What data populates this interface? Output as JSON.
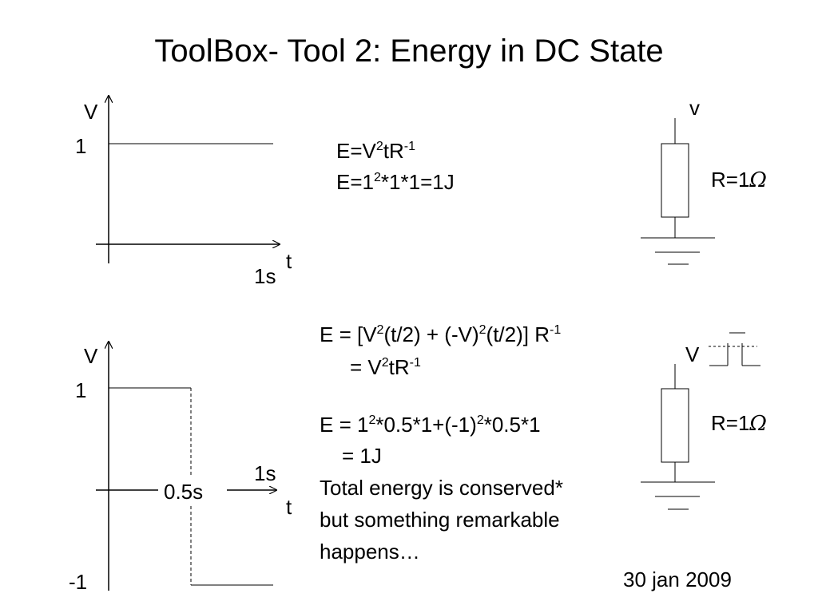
{
  "slide": {
    "title": "ToolBox- Tool 2: Energy in DC State",
    "date": "30 jan 2009"
  },
  "graph1": {
    "y_label": "V",
    "x_label": "t",
    "y_tick_1": "1",
    "x_tick_1s": "1s"
  },
  "graph2": {
    "y_label": "V",
    "x_label": "t",
    "y_tick_1": "1",
    "y_tick_neg1": "-1",
    "x_tick_half": "0.5s",
    "x_tick_1s": "1s"
  },
  "circuit1": {
    "source_label": "v",
    "resistor_label": "R=1",
    "omega": "Ω"
  },
  "circuit2": {
    "source_label": "V",
    "resistor_label": "R=1",
    "omega": "Ω"
  },
  "equations1": {
    "line1": {
      "a": "E=V",
      "sup1": "2",
      "b": "tR",
      "sup2": "-1"
    },
    "line2": {
      "a": "E=1",
      "sup1": "2",
      "b": "*1*1=1J"
    }
  },
  "equations2": {
    "line1": {
      "a": "E = [V",
      "sup1": "2",
      "b": "(t/2) + (-V)",
      "sup2": "2",
      "c": "(t/2)] R",
      "sup3": "-1"
    },
    "line2": {
      "a": "= V",
      "sup1": "2",
      "b": "tR",
      "sup2": "-1"
    },
    "line3": {
      "a": "E = 1",
      "sup1": "2",
      "b": "*0.5*1+(-1)",
      "sup2": "2",
      "c": "*0.5*1"
    },
    "line4": "= 1J",
    "note": [
      "Total energy is conserved*",
      "but something remarkable",
      "happens…"
    ]
  }
}
